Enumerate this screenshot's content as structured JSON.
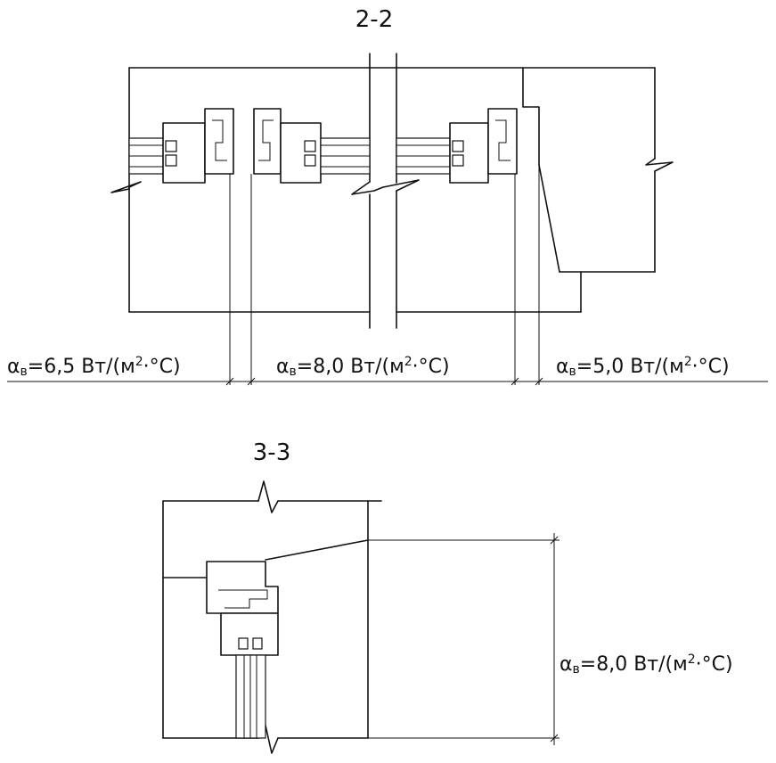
{
  "sections": [
    {
      "title": "2-2",
      "zones": [
        {
          "alpha": "α",
          "sub": "в",
          "value": "=6,5 Вт/(м",
          "sup": "2",
          "tail": "·°С)"
        },
        {
          "alpha": "α",
          "sub": "в",
          "value": "=8,0 Вт/(м",
          "sup": "2",
          "tail": "·°С)"
        },
        {
          "alpha": "α",
          "sub": "в",
          "value": "=5,0 Вт/(м",
          "sup": "2",
          "tail": "·°С)"
        }
      ]
    },
    {
      "title": "3-3",
      "zones": [
        {
          "alpha": "α",
          "sub": "в",
          "value": "=8,0 Вт/(м",
          "sup": "2",
          "tail": "·°С)"
        }
      ]
    }
  ]
}
